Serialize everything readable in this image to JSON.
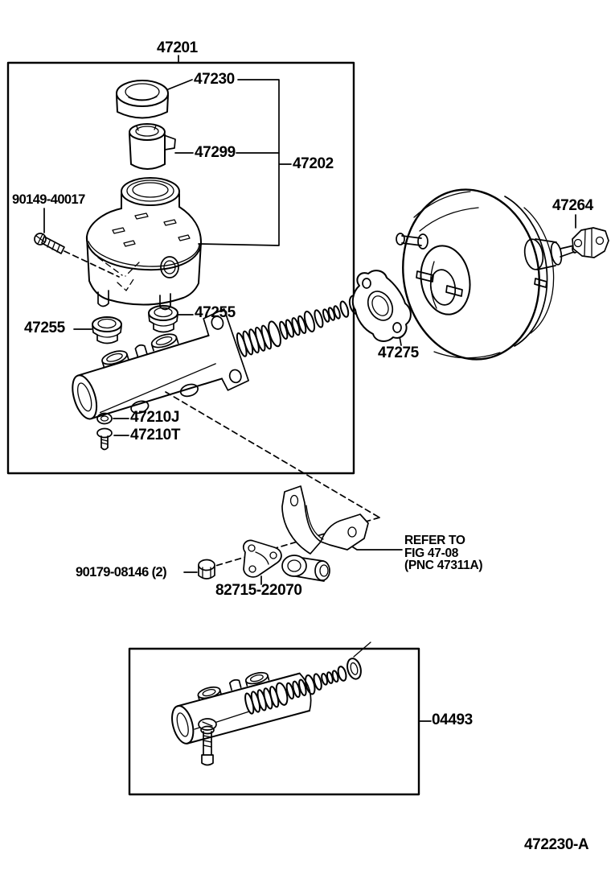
{
  "figure": {
    "code": "472230-A",
    "line_color": "#000000",
    "background": "#ffffff"
  },
  "callouts": {
    "master_cylinder_assembly": "47201",
    "reservoir_cap": "47230",
    "reservoir_float": "47299",
    "reservoir_subassembly": "47202",
    "reservoir_screw": "90149-40017",
    "grommet_rear": "47255",
    "grommet_front": "47255",
    "washer": "47210J",
    "bolt": "47210T",
    "booster_gasket": "47275",
    "operating_rod_clevis": "47264",
    "mounting_nut": "90179-08146 (2)",
    "clevis_plate": "82715-22070",
    "repair_kit": "04493"
  },
  "note": {
    "line1": "REFER TO",
    "line2": "FIG 47-08",
    "line3": "(PNC 47311A)"
  }
}
